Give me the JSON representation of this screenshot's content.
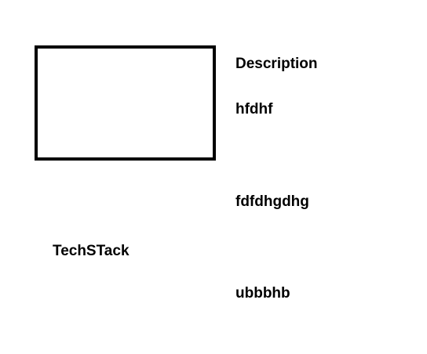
{
  "description": {
    "heading": "Description",
    "lines": [
      "hfdhf",
      "fdfdhgdhg",
      "ubbbhb"
    ]
  },
  "tech_stack": {
    "label": "TechSTack"
  },
  "colors": {
    "text": "#000000",
    "border": "#000000",
    "background": "#ffffff"
  }
}
